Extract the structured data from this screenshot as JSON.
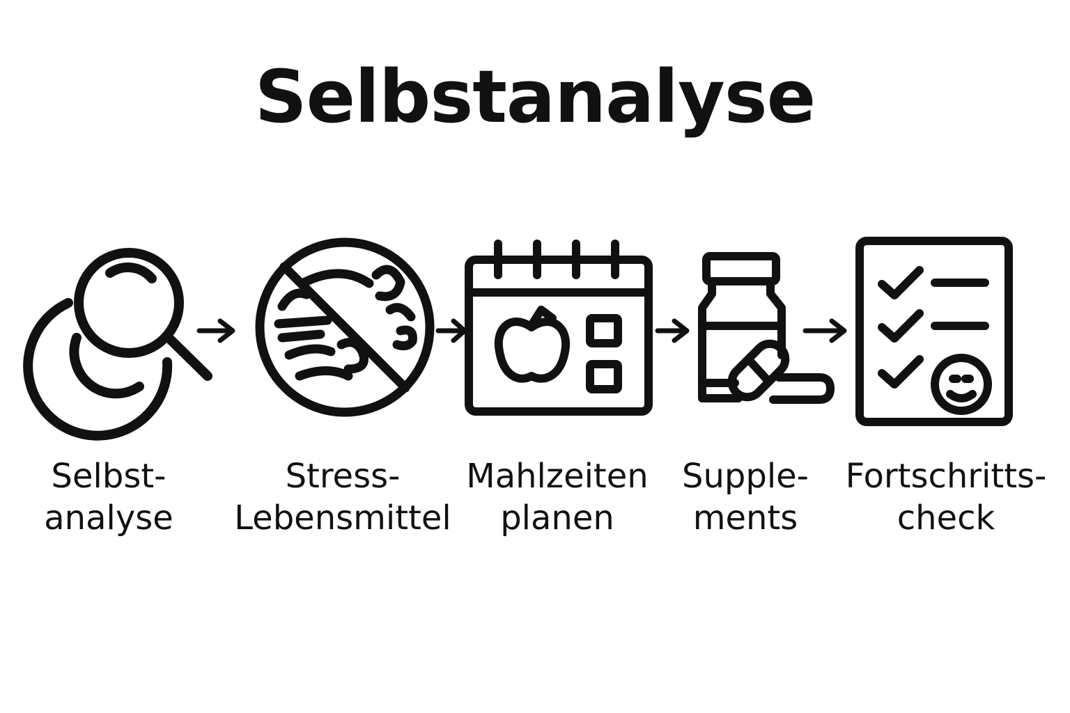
{
  "title": "Selbstanalyse",
  "accent_color": "#111111",
  "steps": [
    {
      "icon": "magnifier-icon",
      "line1": "Selbst-",
      "line2": "analyse"
    },
    {
      "icon": "no-food-icon",
      "line1": "Stress-",
      "line2": "Lebensmittel"
    },
    {
      "icon": "calendar-apple-icon",
      "line1": "Mahlzeiten",
      "line2": "planen"
    },
    {
      "icon": "supplement-bottle-icon",
      "line1": "Supple-",
      "line2": "ments"
    },
    {
      "icon": "checklist-smiley-icon",
      "line1": "Fortschritts-",
      "line2": "check"
    }
  ]
}
